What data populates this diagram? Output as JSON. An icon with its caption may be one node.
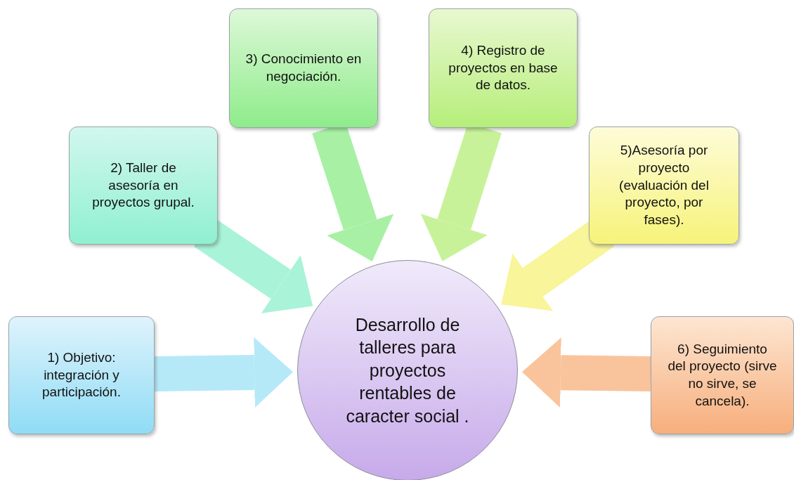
{
  "diagram": {
    "nodes": [
      {
        "text": [
          "Desarrollo de talleres para proyectos rentables de caracter social ."
        ]
      },
      {
        "text": [
          "1) Objetivo: integración y participación."
        ]
      },
      {
        "text": [
          "2) Taller de asesoría en proyectos grupal."
        ]
      },
      {
        "text": [
          "3) Conocimiento en negociación."
        ]
      },
      {
        "text": [
          "4) Registro de proyectos en base de datos."
        ]
      },
      {
        "text": [
          "5)Asesoría por proyecto (evaluación del proyecto, por fases)."
        ]
      },
      {
        "text": [
          "6) Seguimiento del proyecto (sirve no sirve, se cancela)."
        ]
      }
    ],
    "edges": [
      {
        "from": 1,
        "to": 0,
        "arrow": "to",
        "color": "#b5e9f8"
      },
      {
        "from": 2,
        "to": 0,
        "arrow": "to",
        "color": "#a9f3d8"
      },
      {
        "from": 3,
        "to": 0,
        "arrow": "to",
        "color": "#a8f0a4"
      },
      {
        "from": 4,
        "to": 0,
        "arrow": "to",
        "color": "#c8f29a"
      },
      {
        "from": 5,
        "to": 0,
        "arrow": "to",
        "color": "#f8f59a"
      },
      {
        "from": 6,
        "to": 0,
        "arrow": "to",
        "color": "#f9c49c"
      }
    ]
  }
}
